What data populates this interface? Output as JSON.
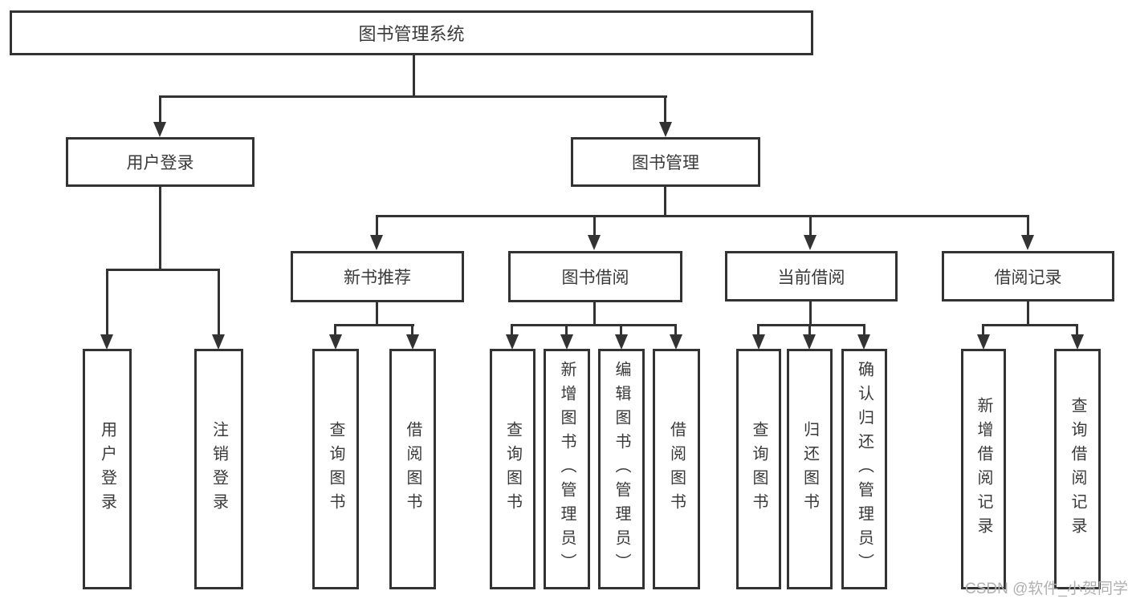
{
  "nodes": {
    "root": "图书管理系统",
    "user_login": "用户登录",
    "book_mgmt": "图书管理",
    "new_book_rec": "新书推荐",
    "book_borrow": "图书借阅",
    "current_borrow": "当前借阅",
    "borrow_records": "借阅记录",
    "leaf_user_login": "用户登录",
    "leaf_logout": "注销登录",
    "leaf_nbr_query_books": "查询图书",
    "leaf_nbr_borrow_books": "借阅图书",
    "leaf_bb_query_books": "查询图书",
    "leaf_bb_add_books": "新增图书（管理员）",
    "leaf_bb_edit_books": "编辑图书（管理员）",
    "leaf_bb_borrow_books": "借阅图书",
    "leaf_cb_query_books": "查询图书",
    "leaf_cb_return_books": "归还图书",
    "leaf_cb_confirm_return": "确认归还（管理员）",
    "leaf_br_add_record": "新增借阅记录",
    "leaf_br_query_record": "查询借阅记录"
  },
  "watermark": "CSDN @软件_小贺同学",
  "colors": {
    "line": "#333333",
    "text": "#3a3a3a",
    "watermark": "#b0b0b0",
    "background": "#ffffff"
  }
}
